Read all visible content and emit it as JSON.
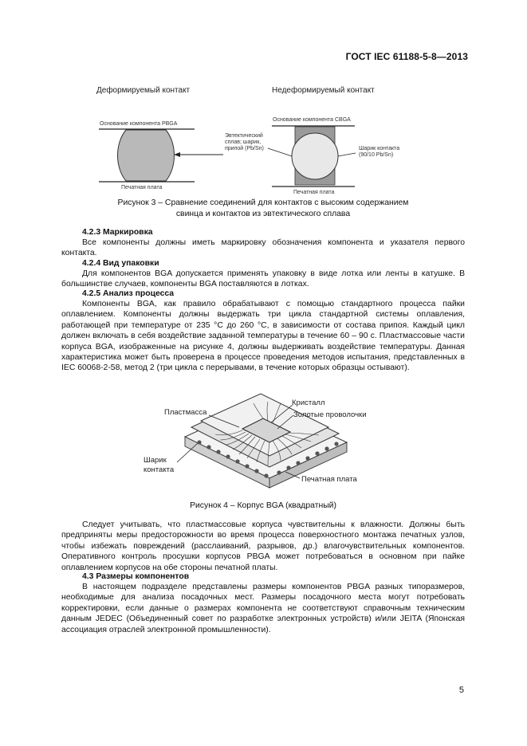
{
  "header": {
    "doc_code": "ГОСТ IEC 61188-5-8—2013"
  },
  "figure3": {
    "left_title": "Деформируемый контакт",
    "right_title": "Недеформируемый контакт",
    "left_base_label": "Основание компонента PBGA",
    "right_base_label": "Основание компонента CBGA",
    "eutectic_label": "Эвтектический сплав; шарик, припой (Pb/Sn)",
    "ball_label": "Шарик контакта (90/10 Pb/Sn)",
    "board_label": "Печатная плата",
    "caption_line1": "Рисунок 3 – Сравнение соединений для контактов с высоким содержанием",
    "caption_line2": "свинца и контактов из эвтектического сплава"
  },
  "s423": {
    "heading": "4.2.3 Маркировка",
    "text": "Все компоненты должны иметь маркировку обозначения компонента и указателя первого контакта."
  },
  "s424": {
    "heading": "4.2.4 Вид упаковки",
    "text": "Для компонентов BGA допускается применять упаковку в виде лотка или ленты в катушке. В большинстве случаев, компоненты BGA поставляются в лотках."
  },
  "s425": {
    "heading": "4.2.5 Анализ процесса",
    "text": "Компоненты BGA, как правило обрабатывают с помощью стандартного процесса пайки оплавлением. Компоненты должны выдержать три цикла стандартной системы оплавления, работающей при температуре от 235 °С до 260 °С, в зависимости от состава припоя. Каждый цикл должен включать в себя воздействие заданной температуры в течение 60 – 90 с. Пластмассовые части корпуса BGA, изображенные на рисунке 4, должны выдерживать воздействие температуры. Данная характеристика может быть проверена в процессе проведения методов испытания, представленных в IEC 60068-2-58, метод 2 (три цикла с перерывами, в течение которых образцы остывают)."
  },
  "figure4": {
    "plastic_label": "Пластмасса",
    "crystal_label": "Кристалл",
    "wires_label": "Золотые проволочки",
    "ball_label_1": "Шарик",
    "ball_label_2": "контакта",
    "board_label": "Печатная плата",
    "caption": "Рисунок 4 – Корпус BGA (квадратный)"
  },
  "moisture_text": "Следует учитывать, что пластмассовые корпуса чувствительны к влажности. Должны быть предприняты меры предосторожности во время процесса поверхностного монтажа печатных узлов, чтобы избежать повреждений (расслаиваний, разрывов, др.) влагочувствительных компонентов. Оперативного контроль просушки корпусов PBGA может потребоваться в основном при пайке оплавлением корпусов на обе стороны печатной платы.",
  "s43": {
    "heading": "4.3 Размеры компонентов",
    "text": "В настоящем подразделе представлены размеры компонентов PBGA разных типоразмеров, необходимые для анализа посадочных мест. Размеры посадочного места могут потребовать корректировки, если данные о размерах компонента не соответствуют справочным техническим данным JEDEC (Объединенный совет по разработке электронных устройств) и/или JEITA (Японская ассоциация отраслей электронной промышленности)."
  },
  "page_number": "5"
}
